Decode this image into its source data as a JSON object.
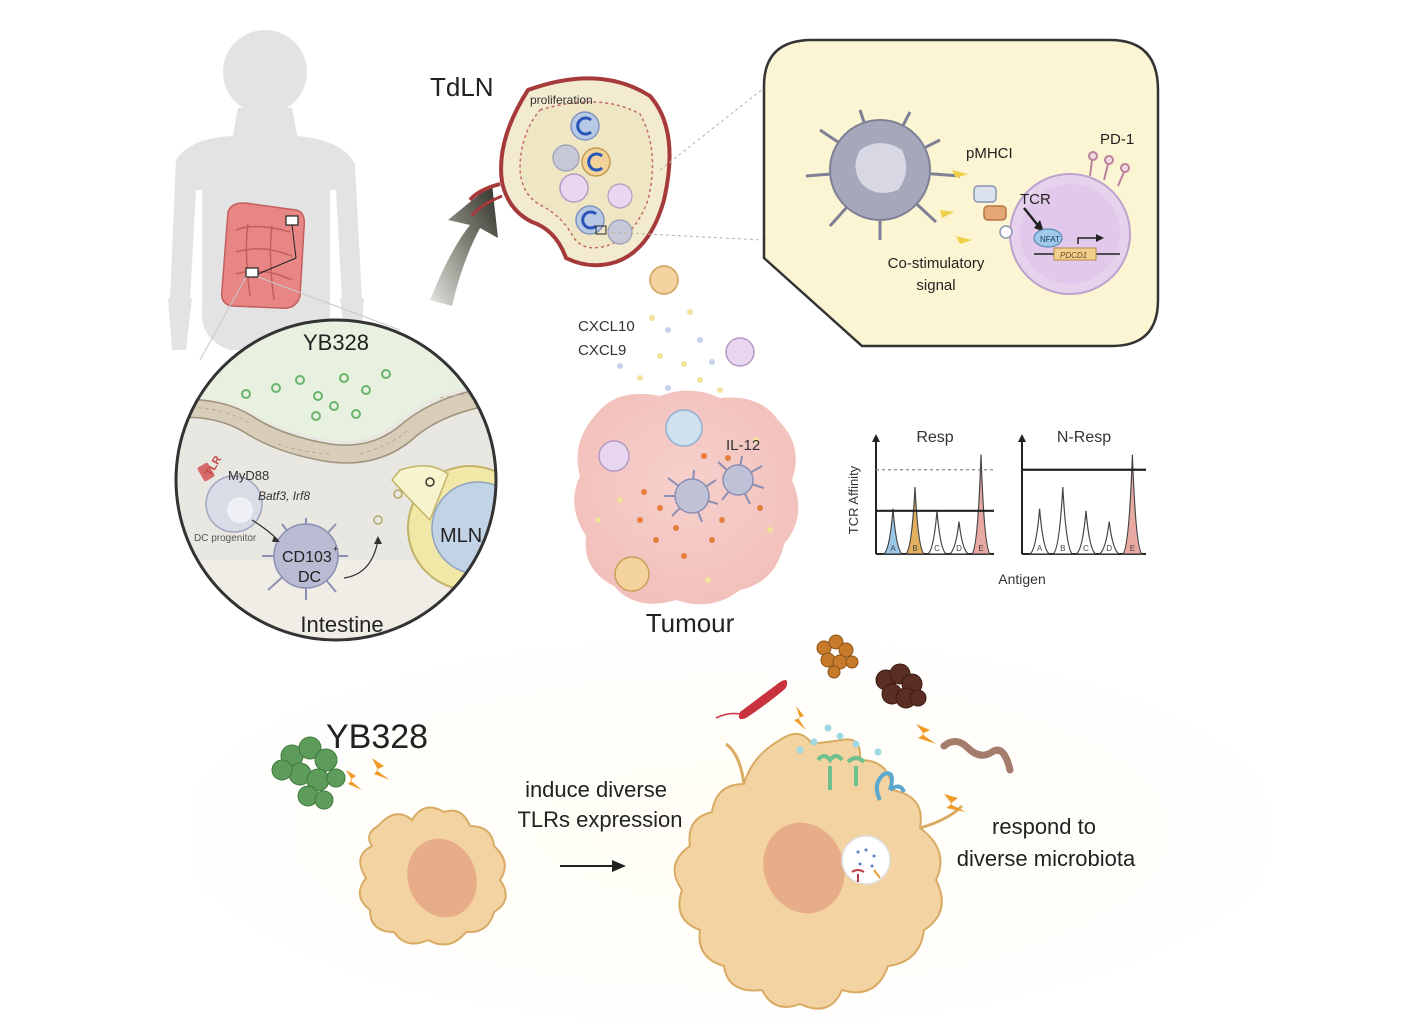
{
  "labels": {
    "tdln": "TdLN",
    "proliferation": "proliferation",
    "pmhci": "pMHCI",
    "pd1": "PD-1",
    "tcr": "TCR",
    "nfat": "NFAT",
    "pdcd1": "PDCD1",
    "costim_line1": "Co-stimulatory",
    "costim_line2": "signal",
    "cxcl10": "CXCL10",
    "cxcl9": "CXCL9",
    "il12": "IL-12",
    "tumour": "Tumour",
    "yb328_circle": "YB328",
    "tlr": "TLR",
    "myd88": "MyD88",
    "batf3": "Batf3, Irf8",
    "dc_progenitor": "DC progenitor",
    "cd103_line1": "CD103",
    "cd103_sup": "+",
    "cd103_line2": "DC",
    "mln": "MLN",
    "intestine": "Intestine",
    "yb328_bottom": "YB328",
    "induce_line1": "induce diverse",
    "induce_line2": "TLRs expression",
    "respond_line1": "respond to",
    "respond_line2": "diverse microbiota"
  },
  "chart_data": [
    {
      "type": "line",
      "title": "Resp",
      "ylabel": "TCR Affinity",
      "xlabel": "Antigen",
      "peaks": [
        {
          "label": "A",
          "height": 0.42,
          "color": "#9cc8ea"
        },
        {
          "label": "B",
          "height": 0.62,
          "color": "#e3b05f"
        },
        {
          "label": "C",
          "height": 0.4,
          "color": "#ffffff"
        },
        {
          "label": "D",
          "height": 0.3,
          "color": "#ffffff"
        },
        {
          "label": "E",
          "height": 0.92,
          "color": "#e8a9a3"
        }
      ],
      "threshold": 0.4,
      "dashed_level": 0.78
    },
    {
      "type": "line",
      "title": "N-Resp",
      "xlabel": "Antigen",
      "peaks": [
        {
          "label": "A",
          "height": 0.42,
          "color": "#ffffff"
        },
        {
          "label": "B",
          "height": 0.62,
          "color": "#ffffff"
        },
        {
          "label": "C",
          "height": 0.4,
          "color": "#ffffff"
        },
        {
          "label": "D",
          "height": 0.3,
          "color": "#ffffff"
        },
        {
          "label": "E",
          "height": 0.92,
          "color": "#e8a9a3"
        }
      ],
      "threshold": 0.78
    }
  ],
  "colors": {
    "body": "#e3e3e3",
    "gut": "#e88585",
    "dc_cell": "#a9a9c4",
    "tcell": "#dcc7e4",
    "beige_cell": "#f3d29d",
    "tumour": "#f4c9c5",
    "callout": "#fbf5d3",
    "arrow_dark": "#3c3d36"
  }
}
